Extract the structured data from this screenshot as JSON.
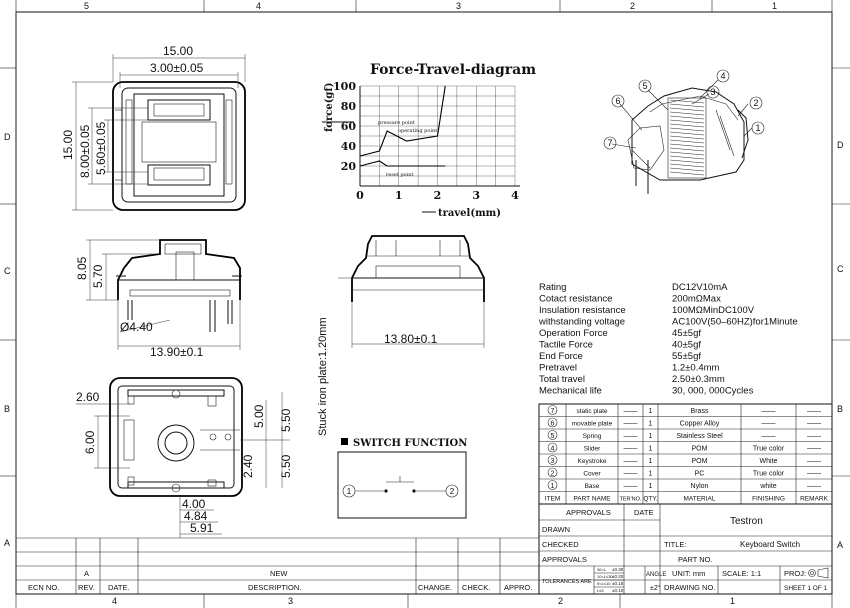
{
  "border": {
    "columns_top": [
      "5",
      "4",
      "3",
      "2",
      "1"
    ],
    "columns_bottom": [
      "4",
      "3",
      "2",
      "1"
    ],
    "rows_left": [
      "D",
      "C",
      "B",
      "A"
    ],
    "rows_right": [
      "D",
      "C",
      "B",
      "A"
    ]
  },
  "dims": {
    "top_width": "15.00",
    "top_inner": "3.00±0.05",
    "top_height": "15.00",
    "top_v1": "8.00±0.05",
    "top_v2": "5.60±0.05",
    "side_height": "8.05",
    "side_upper": "5.70",
    "side_pin": "Ø4.40",
    "side_width": "13.90±0.1",
    "front_width": "13.80±0.1",
    "plate_note": "Stuck iron plate:1.20mm",
    "bot_left": "2.60",
    "bot_side": "6.00",
    "bot_r1": "5.00",
    "bot_r2": "5.50",
    "bot_r3": "2.40",
    "bot_r4": "5.50",
    "bot_b1": "4.00",
    "bot_b2": "4.84",
    "bot_b3": "5.91"
  },
  "force_diagram": {
    "title": "Force-Travel-diagram",
    "ylabel": "force(gf)",
    "xlabel": "travel(mm)",
    "y_ticks": [
      "100",
      "80",
      "60",
      "40",
      "20"
    ],
    "x_ticks": [
      "0",
      "1",
      "2",
      "3",
      "4"
    ],
    "ann_pressure": "pressure point",
    "ann_operating": "operating point",
    "ann_reset": "reset point"
  },
  "chart_data": {
    "type": "line",
    "title": "Force-Travel-diagram",
    "xlabel": "travel(mm)",
    "ylabel": "force(gf)",
    "xlim": [
      0,
      4
    ],
    "ylim": [
      0,
      100
    ],
    "series": [
      {
        "x": [
          0,
          0.5,
          0.7,
          1.2,
          2.0,
          2.2
        ],
        "y": [
          30,
          35,
          55,
          45,
          50,
          100
        ]
      },
      {
        "x": [
          0,
          0.5,
          0.7,
          2.2
        ],
        "y": [
          20,
          25,
          20,
          20
        ]
      }
    ]
  },
  "switch_function": {
    "title": "SWITCH FUNCTION",
    "left_pin": "1",
    "right_pin": "2"
  },
  "exploded_callouts": [
    "4",
    "3",
    "2",
    "1",
    "5",
    "6",
    "7"
  ],
  "specs": [
    {
      "label": "Rating",
      "value": "DC12V10mA"
    },
    {
      "label": "Cotact resistance",
      "value": "200mΩMax"
    },
    {
      "label": "Insulation resistance",
      "value": "100MΩMinDC100V"
    },
    {
      "label": "withstanding voltage",
      "value": "AC100V(50–60HZ)for1Minute"
    },
    {
      "label": "Operation Force",
      "value": "45±5gf"
    },
    {
      "label": "Tactile Force",
      "value": "40±5gf"
    },
    {
      "label": "End Force",
      "value": "55±5gf"
    },
    {
      "label": "Pretravel",
      "value": "1.2±0.4mm"
    },
    {
      "label": "Total travel",
      "value": "2.50±0.3mm"
    },
    {
      "label": "Mechanical life",
      "value": "30, 000, 000Cycles"
    }
  ],
  "bom": {
    "headers": [
      "ITEM",
      "PART NAME",
      "TER'NO.",
      "QTY.",
      "MATERIAL",
      "FINISHING",
      "REMARK"
    ],
    "rows": [
      {
        "item": "7",
        "name": "static plate",
        "ter": "——",
        "qty": "1",
        "material": "Brass",
        "finishing": "——",
        "remark": "——"
      },
      {
        "item": "6",
        "name": "movable plate",
        "ter": "——",
        "qty": "1",
        "material": "Copper Alloy",
        "finishing": "——",
        "remark": "——"
      },
      {
        "item": "5",
        "name": "Spring",
        "ter": "——",
        "qty": "1",
        "material": "Stainless Steel",
        "finishing": "——",
        "remark": "——"
      },
      {
        "item": "4",
        "name": "Slider",
        "ter": "——",
        "qty": "1",
        "material": "POM",
        "finishing": "True color",
        "remark": "——"
      },
      {
        "item": "3",
        "name": "Keystroke",
        "ter": "——",
        "qty": "1",
        "material": "POM",
        "finishing": "White",
        "remark": "——"
      },
      {
        "item": "2",
        "name": "Cover",
        "ter": "——",
        "qty": "1",
        "material": "PC",
        "finishing": "True color",
        "remark": "——"
      },
      {
        "item": "1",
        "name": "Base",
        "ter": "——",
        "qty": "1",
        "material": "Nylon",
        "finishing": "white",
        "remark": "——"
      }
    ]
  },
  "title_block": {
    "approvals": "APPROVALS",
    "date": "DATE",
    "company": "Testron",
    "drawn": "DRAWN",
    "checked": "CHECKED",
    "approvals2": "APPROVALS",
    "title_label": "TITLE:",
    "title_value": "Keyboard Switch",
    "part_no": "PART NO.",
    "tolerances": "TOLERANCES ARE",
    "tol_rows": [
      {
        "range": "30<L",
        "tol": "±0.30"
      },
      {
        "range": "10<L≤30",
        "tol": "±0.20"
      },
      {
        "range": "5<L≤10",
        "tol": "±0.15"
      },
      {
        "range": "L≤5",
        "tol": "±0.10"
      }
    ],
    "angle": "ANGLE",
    "angle_tol": "±2°",
    "unit": "UNIT: mm",
    "scale": "SCALE: 1:1",
    "proj": "PROJ:",
    "drawing_no": "DRAWING NO.",
    "sheet": "SHEET  1 OF 1"
  },
  "revision": {
    "rev": "A",
    "description": "NEW",
    "headers": [
      "ECN NO.",
      "REV.",
      "DATE.",
      "DESCRIPTION.",
      "CHANGE.",
      "CHECK.",
      "APPRO."
    ]
  }
}
